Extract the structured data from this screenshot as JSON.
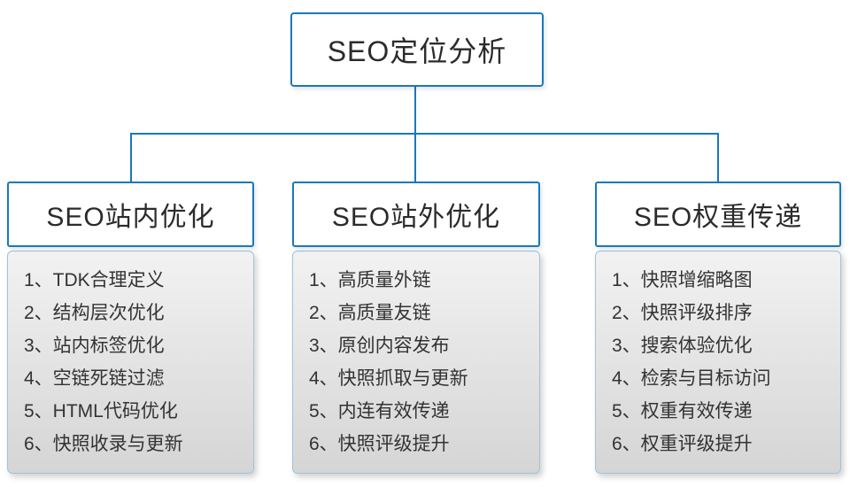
{
  "root": {
    "title": "SEO定位分析"
  },
  "columns": [
    {
      "title": "SEO站内优化",
      "items": [
        "1、TDK合理定义",
        "2、结构层次优化",
        "3、站内标签优化",
        "4、空链死链过滤",
        "5、HTML代码优化",
        "6、快照收录与更新"
      ]
    },
    {
      "title": "SEO站外优化",
      "items": [
        "1、高质量外链",
        "2、高质量友链",
        "3、原创内容发布",
        "4、快照抓取与更新",
        "5、内连有效传递",
        "6、快照评级提升"
      ]
    },
    {
      "title": "SEO权重传递",
      "items": [
        "1、快照增缩略图",
        "2、快照评级排序",
        "3、搜索体验优化",
        "4、检索与目标访问",
        "5、权重有效传递",
        "6、权重评级提升"
      ]
    }
  ],
  "colors": {
    "accent_line": "#1879bd",
    "text": "#333333",
    "body_gradient_top": "#f2f2f2",
    "body_gradient_bottom": "#d5d5d5"
  }
}
